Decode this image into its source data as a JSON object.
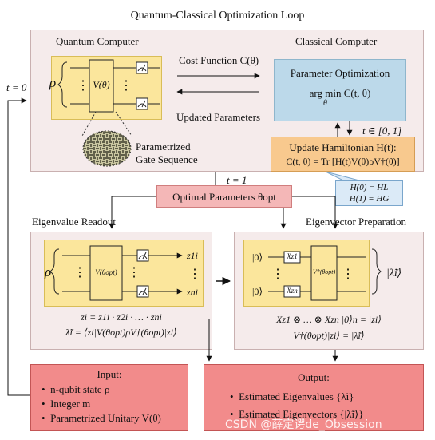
{
  "title": "Quantum-Classical Optimization Loop",
  "quantum_computer": {
    "label": "Quantum Computer",
    "rho": "ρ",
    "gate": "V(θ)",
    "caption_line1": "Parametrized",
    "caption_line2": "Gate Sequence"
  },
  "classical_computer": {
    "label": "Classical Computer",
    "box_title": "Parameter Optimization",
    "formula": "arg min C(t, θ)",
    "formula_sub": "θ"
  },
  "arrows": {
    "cost_function": "Cost Function C(θ)",
    "updated_parameters": "Updated Parameters",
    "t0": "t = 0",
    "t_range": "t ∈ [0, 1]",
    "t1": "t = 1"
  },
  "update_hamiltonian": {
    "line1": "Update Hamiltonian H(t):",
    "line2": "C(t, θ) = Tr [H(t)V(θ)ρV†(θ)]"
  },
  "hamiltonian_note": {
    "line1": "H(0) = HL",
    "line2": "H(1) = HG"
  },
  "optimal_parameters": "Optimal Parameters θopt",
  "eigenvalue_readout": {
    "label": "Eigenvalue Readout",
    "rho": "ρ",
    "gate": "V(θopt)",
    "out_top": "z1i",
    "out_bottom": "zni",
    "eq1": "zi = z1i · z2i · … · zni",
    "eq2": "λ̃i = ⟨zi|V(θopt)ρV†(θopt)|zi⟩"
  },
  "eigenvector_preparation": {
    "label": "Eigenvector Preparation",
    "ket_top": "|0⟩",
    "ket_bottom": "|0⟩",
    "x_top": "Xz1",
    "x_bottom": "Xzn",
    "gate": "V†(θopt)",
    "result": "|λ̃i⟩",
    "eq1": "Xz1 ⊗ … ⊗ Xzn |0⟩n = |zi⟩",
    "eq2": "V†(θopt)|zi⟩ = |λ̃i⟩"
  },
  "input": {
    "title": "Input:",
    "items": [
      "n-qubit state ρ",
      "Integer m",
      "Parametrized Unitary V(θ)"
    ]
  },
  "output": {
    "title": "Output:",
    "items": [
      "Estimated Eigenvalues {λ̃i}",
      "Estimated Eigenvectors {|λ̃i⟩}"
    ]
  },
  "watermark": "CSDN @薛定谔de_Obsession",
  "colors": {
    "panel": "#f5ebeb",
    "quantum_yellow": "#fbe69c",
    "classical_blue": "#bcd9ea",
    "hamiltonian_orange": "#f8c98e",
    "red_box": "#f28b8b",
    "pink_box": "#f4b7b7"
  }
}
